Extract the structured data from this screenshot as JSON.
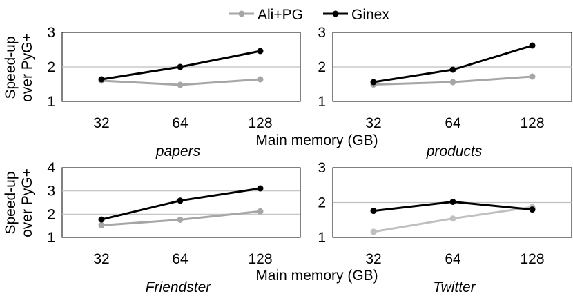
{
  "legend": {
    "items": [
      {
        "name": "Ali+PG",
        "color": "#a6a6a6"
      },
      {
        "name": "Ginex",
        "color": "#000000"
      }
    ]
  },
  "chart_data": [
    {
      "type": "line",
      "title": "papers",
      "ylabel": "Speed-up over PyG+",
      "xlabel": "Main memory (GB)",
      "categories": [
        "32",
        "64",
        "128"
      ],
      "ylim": [
        1,
        3
      ],
      "yticks": [
        1,
        2,
        3
      ],
      "series": [
        {
          "name": "Ali+PG",
          "color": "#a6a6a6",
          "values": [
            1.6,
            1.48,
            1.64
          ]
        },
        {
          "name": "Ginex",
          "color": "#000000",
          "values": [
            1.64,
            2.0,
            2.46
          ]
        }
      ]
    },
    {
      "type": "line",
      "title": "products",
      "ylabel": "",
      "xlabel": "",
      "categories": [
        "32",
        "64",
        "128"
      ],
      "ylim": [
        1,
        3
      ],
      "yticks": [
        1,
        2,
        3
      ],
      "series": [
        {
          "name": "Ali+PG",
          "color": "#a6a6a6",
          "values": [
            1.49,
            1.56,
            1.72
          ]
        },
        {
          "name": "Ginex",
          "color": "#000000",
          "values": [
            1.56,
            1.92,
            2.62
          ]
        }
      ]
    },
    {
      "type": "line",
      "title": "Friendster",
      "ylabel": "Speed-up over PyG+",
      "xlabel": "Main memory (GB)",
      "categories": [
        "32",
        "64",
        "128"
      ],
      "ylim": [
        1,
        4
      ],
      "yticks": [
        1,
        2,
        3,
        4
      ],
      "series": [
        {
          "name": "Ali+PG",
          "color": "#a6a6a6",
          "values": [
            1.52,
            1.76,
            2.12
          ]
        },
        {
          "name": "Ginex",
          "color": "#000000",
          "values": [
            1.77,
            2.58,
            3.11
          ]
        }
      ]
    },
    {
      "type": "line",
      "title": "Twitter",
      "ylabel": "",
      "xlabel": "",
      "categories": [
        "32",
        "64",
        "128"
      ],
      "ylim": [
        1,
        3
      ],
      "yticks": [
        1,
        2,
        3
      ],
      "series": [
        {
          "name": "Ali+PG",
          "color": "#c0c0c0",
          "values": [
            1.16,
            1.54,
            1.87
          ]
        },
        {
          "name": "Ginex",
          "color": "#000000",
          "values": [
            1.76,
            2.02,
            1.8
          ]
        }
      ]
    }
  ]
}
